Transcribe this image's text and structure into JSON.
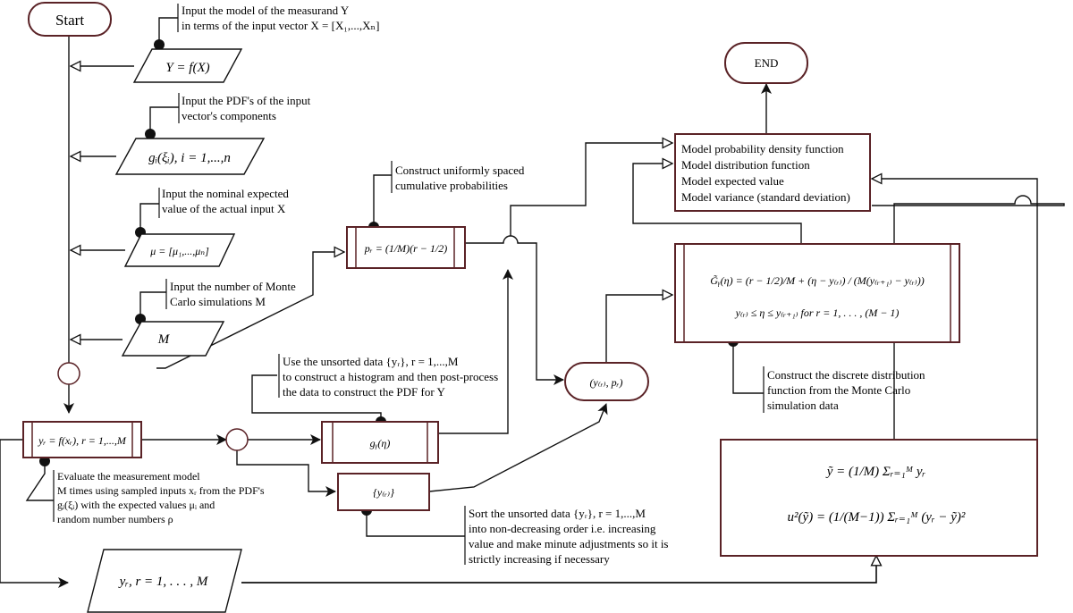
{
  "terminals": {
    "start": "Start",
    "end": "END"
  },
  "notes": {
    "model_input": [
      "Input the model of the measurand Y",
      "in terms of the input vector X = [X₁,...,Xₙ]"
    ],
    "pdf_input": [
      "Input the PDF's of the input",
      "vector's components"
    ],
    "nominal_input": [
      "Input the nominal expected",
      "value of the actual input X"
    ],
    "mc_input": [
      "Input the number of Monte",
      "Carlo simulations M"
    ],
    "cumulative": [
      "Construct uniformly spaced",
      "cumulative probabilities"
    ],
    "unsorted_hist": [
      "Use the unsorted data {yᵣ}, r = 1,...,M",
      "to construct a histogram and then post-process",
      "the data to construct the PDF for Y"
    ],
    "evaluate": [
      "Evaluate the measurement model",
      "M times using sampled inputs xᵣ from the PDF's",
      "gᵢ(ξᵢ) with the expected values μᵢ and",
      "random number numbers ρ"
    ],
    "sort": [
      "Sort the unsorted data {yᵣ}, r = 1,...,M",
      "into non-decreasing order i.e. increasing",
      "value and make minute adjustments so it is",
      "strictly increasing if necessary"
    ],
    "discrete": [
      "Construct the discrete distribution",
      "function from the Monte Carlo",
      "simulation data"
    ]
  },
  "inputs": {
    "model": "Y = f(X)",
    "pdf": "gᵢ(ξᵢ), i = 1,...,n",
    "mu": "μ = [μ₁,...,μₙ]",
    "m": "M",
    "yr_out": "yᵣ, r = 1, . . . , M"
  },
  "processes": {
    "evaluate": "yᵣ = f(xᵣ), r = 1,...,M",
    "pr": "pᵣ = (1/M)(r − 1/2)",
    "gy": "gᵧ(η)",
    "sorted": "{y₍ᵣ₎}",
    "pair": "(y₍ᵣ₎, pᵣ)"
  },
  "model_box": [
    "Model probability density function",
    "Model distribution function",
    "Model expected value",
    "Model variance (standard deviation)"
  ],
  "gtilde": {
    "line1": "G̃ᵧ(η) = (r − 1/2)/M + (η − y₍ᵣ₎) / (M(y₍ᵣ₊₁₎ − y₍ᵣ₎))",
    "line2": "y₍ᵣ₎ ≤ η ≤ y₍ᵣ₊₁₎  for r = 1, . . . , (M − 1)"
  },
  "stats": {
    "mean": "ỹ = (1/M) Σᵣ₌₁ᴹ yᵣ",
    "variance": "u²(ỹ) = (1/(M−1)) Σᵣ₌₁ᴹ (yᵣ − ỹ)²"
  },
  "colors": {
    "box_border": "#5a2226",
    "line": "#111111"
  }
}
